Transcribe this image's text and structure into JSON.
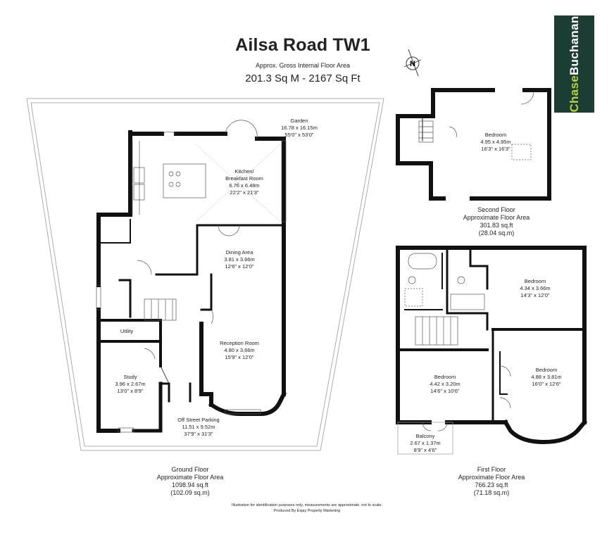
{
  "header": {
    "title": "Ailsa Road TW1",
    "subtitle": "Approx. Gross Internal Floor Area",
    "total_area": "201.3 Sq M - 2167 Sq Ft"
  },
  "brand": {
    "part1": "Chase",
    "part2": "Buchanan",
    "bg_color": "#1c3d33",
    "accent_color": "#b8d33a"
  },
  "compass": {
    "letter": "N"
  },
  "rooms": {
    "garden": {
      "name": "Garden",
      "metric": "16.78 x 16.15m",
      "imperial": "55'0\" x 53'0\""
    },
    "kitchen": {
      "name": "Kitchen/",
      "name2": "Breakfast Room",
      "metric": "6.76 x 6.48m",
      "imperial": "22'2\" x 21'3\""
    },
    "dining": {
      "name": "Dining Area",
      "metric": "3.81 x 3.66m",
      "imperial": "12'6\" x 12'0\""
    },
    "reception": {
      "name": "Reception Room",
      "metric": "4.80 x 3.66m",
      "imperial": "15'9\" x 12'0\""
    },
    "utility": {
      "name": "Utility"
    },
    "study": {
      "name": "Study",
      "metric": "3.96 x 2.67m",
      "imperial": "13'0\" x 8'9\""
    },
    "parking": {
      "name": "Off Street Parking",
      "metric": "11.51 x 9.52m",
      "imperial": "37'9\" x 31'3\""
    },
    "second_bedroom": {
      "name": "Bedroom",
      "metric": "4.95 x 4.95m",
      "imperial": "16'3\" x 16'3\""
    },
    "first_bed_a": {
      "name": "Bedroom",
      "metric": "4.34 x 3.66m",
      "imperial": "14'3\" x 12'0\""
    },
    "first_bed_b": {
      "name": "Bedroom",
      "metric": "4.42 x 3.20m",
      "imperial": "14'6\" x 10'6\""
    },
    "first_bed_c": {
      "name": "Bedroom",
      "metric": "4.88 x 3.81m",
      "imperial": "16'0\" x 12'6\""
    },
    "balcony": {
      "name": "Balcony",
      "metric": "2.67 x 1.37m",
      "imperial": "8'9\" x 4'6\""
    }
  },
  "floors": {
    "ground": {
      "name": "Ground Floor",
      "caption": "Approximate Floor Area",
      "sqft": "1098.94 sq.ft",
      "sqm": "(102.09 sq.m)"
    },
    "first": {
      "name": "First Floor",
      "caption": "Approximate Floor Area",
      "sqft": "766.23 sq.ft",
      "sqm": "(71.18 sq.m)"
    },
    "second": {
      "name": "Second Floor",
      "caption": "Approximate Floor Area",
      "sqft": "301.83 sq.ft",
      "sqm": "(28.04 sq.m)"
    }
  },
  "footer": {
    "disclaimer": "Illustration for identification purposes only, measurements are approximate, not to scale.",
    "credit": "Produced By Esjay Property Marketing"
  }
}
